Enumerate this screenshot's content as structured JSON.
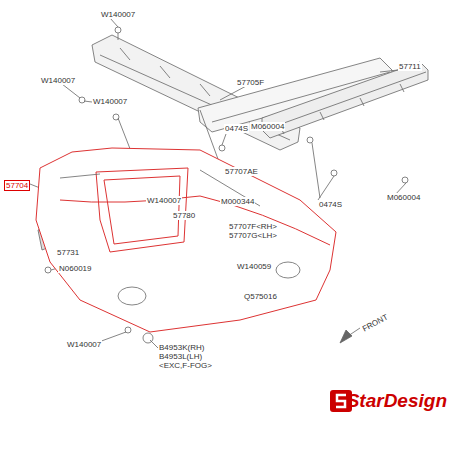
{
  "diagram": {
    "labels": [
      "W140007",
      "W140007",
      "W140007",
      "0474S",
      "57705F",
      "M060004",
      "57711",
      "57707AE",
      "W140007",
      "M000344",
      "57780",
      "57707F<RH>",
      "57707G<LH>",
      "0474S",
      "M060004",
      "57704",
      "57731",
      "N060019",
      "W140059",
      "Q575016",
      "W140007",
      "B4953K(RH)",
      "B4953L(LH)",
      "<EXC,F-FOG>",
      "FRONT",
      "StarDesign"
    ]
  }
}
